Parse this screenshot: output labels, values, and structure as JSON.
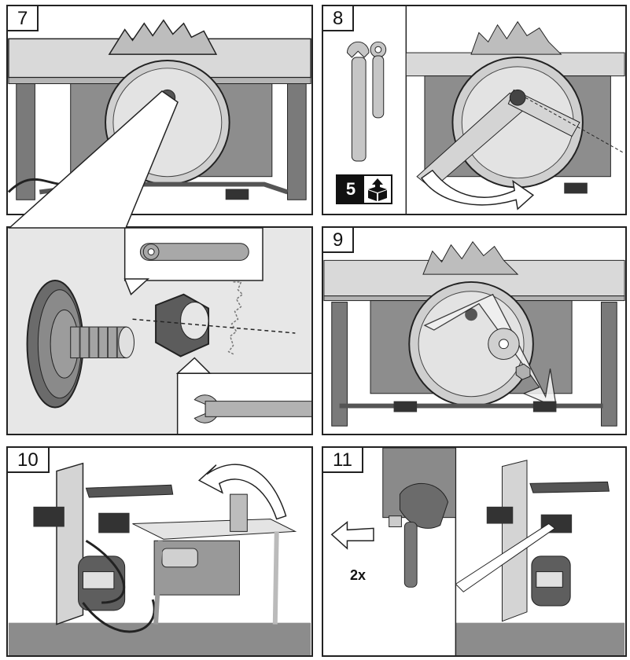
{
  "steps": [
    {
      "number": "7"
    },
    {
      "number": "8"
    },
    {
      "number": "9"
    },
    {
      "number": "10"
    },
    {
      "number": "11"
    }
  ],
  "step8_badge": {
    "number": "5",
    "icon": "box-with-up-arrow-icon"
  },
  "step11_count": "2x",
  "colors": {
    "line": "#222222",
    "grey_light": "#d6d6d6",
    "grey_mid": "#9a9a9a",
    "grey_dark": "#5e5e5e",
    "floor": "#8c8c8c"
  }
}
